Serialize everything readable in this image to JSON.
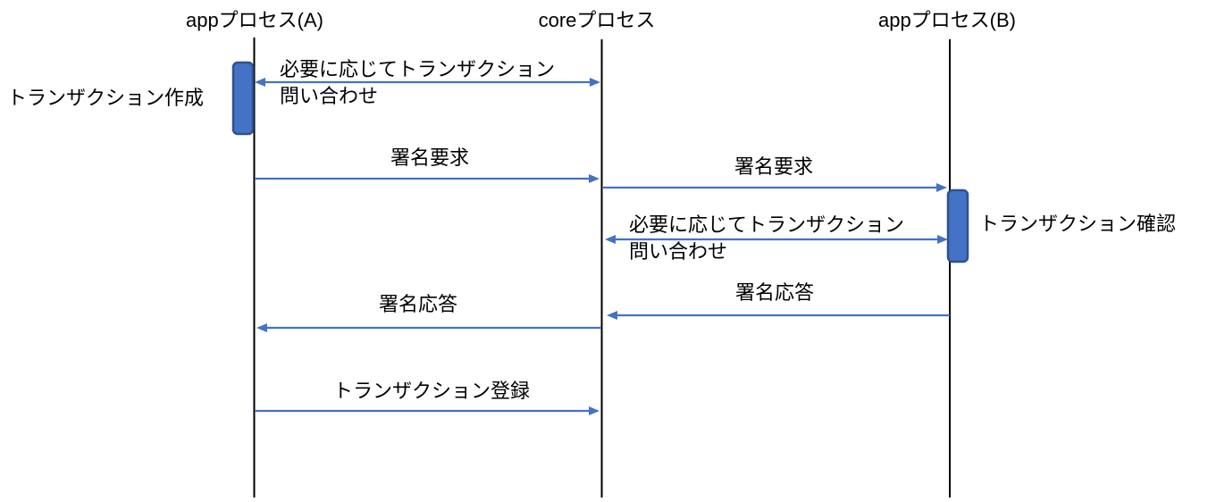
{
  "diagram": {
    "type": "sequence-diagram",
    "actors": [
      {
        "id": "app-a",
        "label": "appプロセス(A)"
      },
      {
        "id": "core",
        "label": "coreプロセス"
      },
      {
        "id": "app-b",
        "label": "appプロセス(B)"
      }
    ],
    "activations": [
      {
        "actor": "app-a",
        "label": "トランザクション作成"
      },
      {
        "actor": "app-b",
        "label": "トランザクション確認"
      }
    ],
    "messages": [
      {
        "from": "core",
        "to": "app-a",
        "direction": "bidirectional",
        "line1": "必要に応じてトランザクション",
        "line2": "問い合わせ"
      },
      {
        "from": "app-a",
        "to": "core",
        "direction": "right",
        "label": "署名要求"
      },
      {
        "from": "core",
        "to": "app-b",
        "direction": "right",
        "label": "署名要求"
      },
      {
        "from": "core",
        "to": "app-b",
        "direction": "bidirectional",
        "line1": "必要に応じてトランザクション",
        "line2": "問い合わせ"
      },
      {
        "from": "app-b",
        "to": "core",
        "direction": "left",
        "label": "署名応答"
      },
      {
        "from": "core",
        "to": "app-a",
        "direction": "left",
        "label": "署名応答"
      },
      {
        "from": "app-a",
        "to": "core",
        "direction": "right",
        "label": "トランザクション登録"
      }
    ],
    "colors": {
      "arrow": "#4472C4",
      "activation_fill": "#4472C4",
      "activation_border": "#2F528F",
      "lifeline": "#000000",
      "text": "#000000",
      "background": "#FFFFFF"
    }
  }
}
